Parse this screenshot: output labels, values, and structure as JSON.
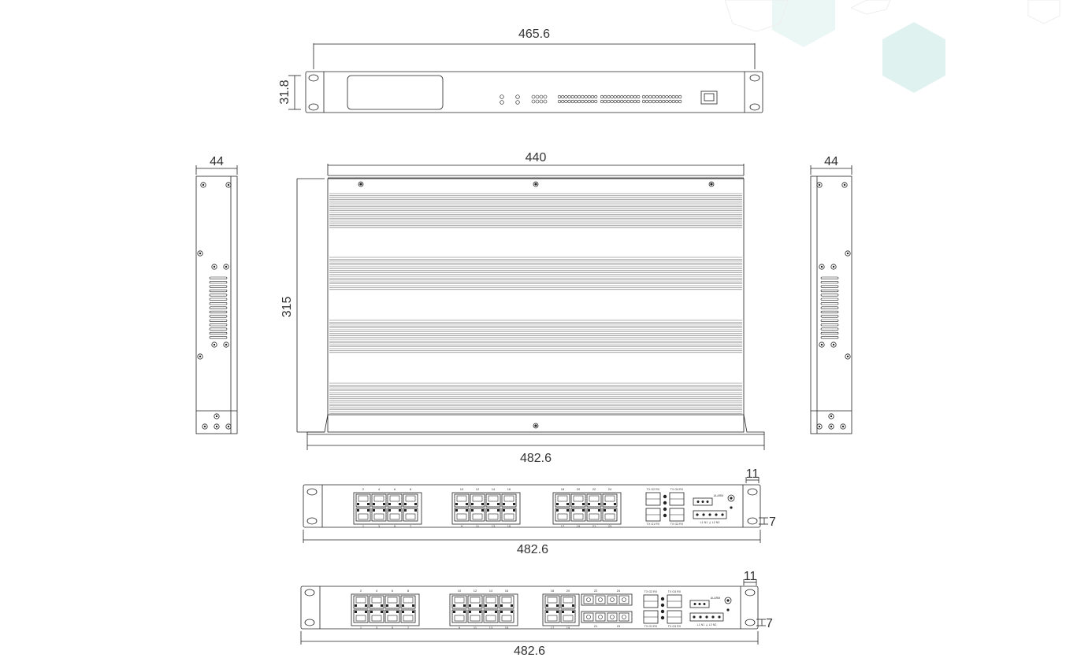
{
  "dimensions": {
    "top_width": "465.6",
    "top_height": "31.8",
    "left_width": "44",
    "main_width": "440",
    "main_depth": "315",
    "right_width": "44",
    "main_overall": "482.6",
    "front1_overall": "482.6",
    "front1_ear": "11",
    "front1_hole": "7",
    "front2_overall": "482.6",
    "front2_ear": "11",
    "front2_hole": "7"
  },
  "front_panel_1": {
    "port_labels_top": [
      [
        "2",
        "4",
        "6",
        "8"
      ],
      [
        "10",
        "12",
        "14",
        "16"
      ],
      [
        "18",
        "20",
        "22",
        "24"
      ]
    ],
    "port_labels_bottom": [
      [
        "1",
        "3",
        "5",
        "7"
      ],
      [
        "9",
        "11",
        "13",
        "15"
      ],
      [
        "17",
        "19",
        "21",
        "23"
      ]
    ],
    "sfp_top": [
      "TX G2 RX",
      "TX G4 RX"
    ],
    "sfp_bottom": [
      "TX G1 RX",
      "TX G3 RX"
    ],
    "alarm_label": "ALARM",
    "power_label": "L1 N1 ⏚ L2 N2"
  },
  "front_panel_2": {
    "port_labels_top": [
      [
        "2",
        "4",
        "6",
        "8"
      ],
      [
        "10",
        "12",
        "14",
        "16"
      ],
      [
        "18",
        "20"
      ]
    ],
    "port_labels_bottom": [
      [
        "1",
        "3",
        "5",
        "7"
      ],
      [
        "9",
        "11",
        "13",
        "15"
      ],
      [
        "17",
        "19"
      ]
    ],
    "fiber_top": [
      "22",
      "24"
    ],
    "fiber_bottom": [
      "21",
      "23"
    ],
    "sfp_top": [
      "TX G2 RX",
      "TX G4 RX"
    ],
    "sfp_bottom": [
      "TX G1 RX",
      "TX G3 RX"
    ],
    "alarm_label": "ALARM",
    "power_label": "L1 N1 ⏚ L2 N2"
  },
  "colors": {
    "line": "#222222",
    "fin": "#555555",
    "text": "#333333",
    "decor": "#d8efec"
  }
}
